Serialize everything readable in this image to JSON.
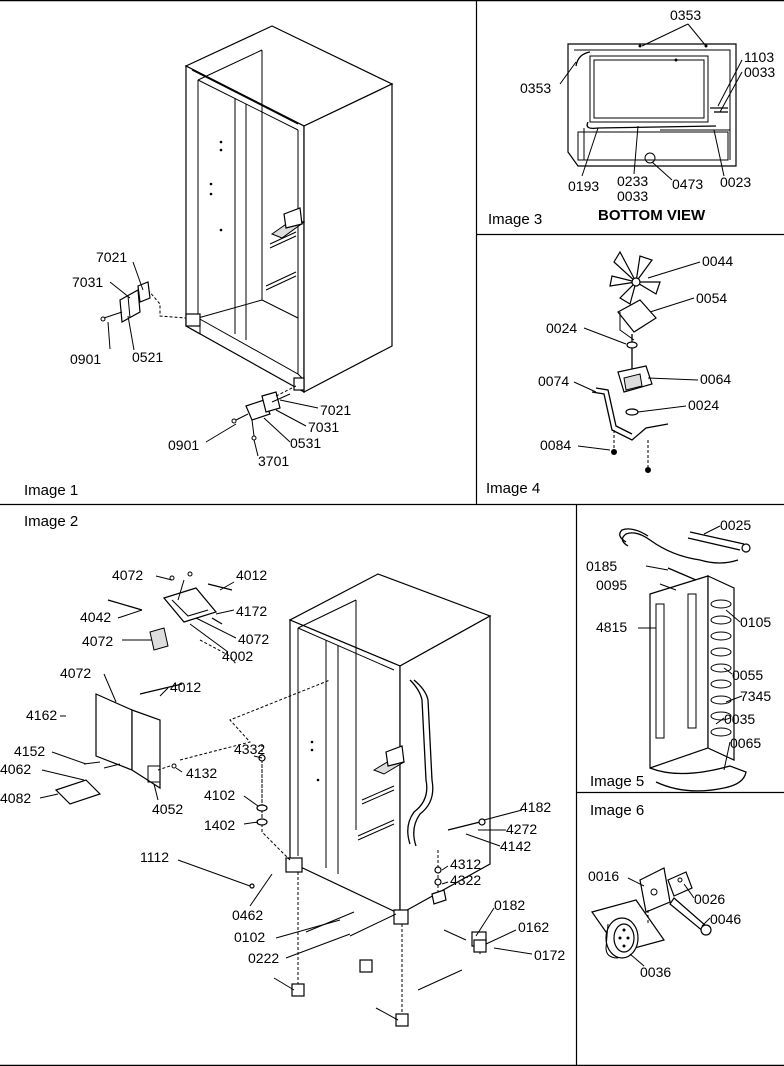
{
  "panels": {
    "image1": {
      "title": "Image 1",
      "labels": [
        "7021",
        "7031",
        "0901",
        "0521",
        "7021",
        "7031",
        "0531",
        "0901",
        "3701"
      ]
    },
    "image2": {
      "title": "Image 2",
      "labels": [
        "4072",
        "4012",
        "4042",
        "4072",
        "4172",
        "4072",
        "4002",
        "4072",
        "4012",
        "4162",
        "4152",
        "4062",
        "4082",
        "4052",
        "4132",
        "4332",
        "4102",
        "1402",
        "1112",
        "0462",
        "0102",
        "0222",
        "4182",
        "4272",
        "4142",
        "4312",
        "4322",
        "0182",
        "0162",
        "0172"
      ]
    },
    "image3": {
      "title": "Image 3",
      "caption": "BOTTOM VIEW",
      "labels": [
        "0353",
        "0353",
        "1103",
        "0033",
        "0193",
        "0233",
        "0033",
        "0473",
        "0023"
      ]
    },
    "image4": {
      "title": "Image 4",
      "labels": [
        "0044",
        "0054",
        "0024",
        "0074",
        "0064",
        "0024",
        "0084"
      ]
    },
    "image5": {
      "title": "Image 5",
      "labels": [
        "0025",
        "0185",
        "0095",
        "4815",
        "0105",
        "0055",
        "7345",
        "0035",
        "0065"
      ]
    },
    "image6": {
      "title": "Image 6",
      "labels": [
        "0016",
        "0026",
        "0046",
        "0036"
      ]
    }
  }
}
